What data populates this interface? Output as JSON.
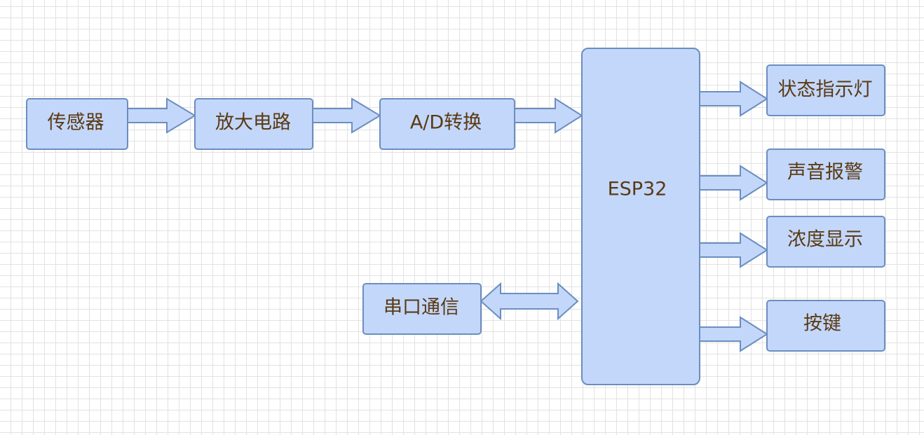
{
  "diagram": {
    "nodes": {
      "sensor": "传感器",
      "amplifier": "放大电路",
      "adc": "A/D转换",
      "mcu": "ESP32",
      "serial": "串口通信",
      "status_led": "状态指示灯",
      "sound_alarm": "声音报警",
      "concentration_display": "浓度显示",
      "buttons": "按键"
    },
    "edges": [
      {
        "from": "sensor",
        "to": "amplifier",
        "direction": "forward"
      },
      {
        "from": "amplifier",
        "to": "adc",
        "direction": "forward"
      },
      {
        "from": "adc",
        "to": "mcu",
        "direction": "forward"
      },
      {
        "from": "serial",
        "to": "mcu",
        "direction": "bidirectional"
      },
      {
        "from": "mcu",
        "to": "status_led",
        "direction": "forward"
      },
      {
        "from": "mcu",
        "to": "sound_alarm",
        "direction": "forward"
      },
      {
        "from": "mcu",
        "to": "concentration_display",
        "direction": "forward"
      },
      {
        "from": "mcu",
        "to": "buttons",
        "direction": "forward"
      }
    ],
    "colors": {
      "node_fill": "#c3d7fb",
      "node_stroke": "#6c8ebf",
      "text": "#5a3a12",
      "grid": "#e2e2e2"
    }
  }
}
